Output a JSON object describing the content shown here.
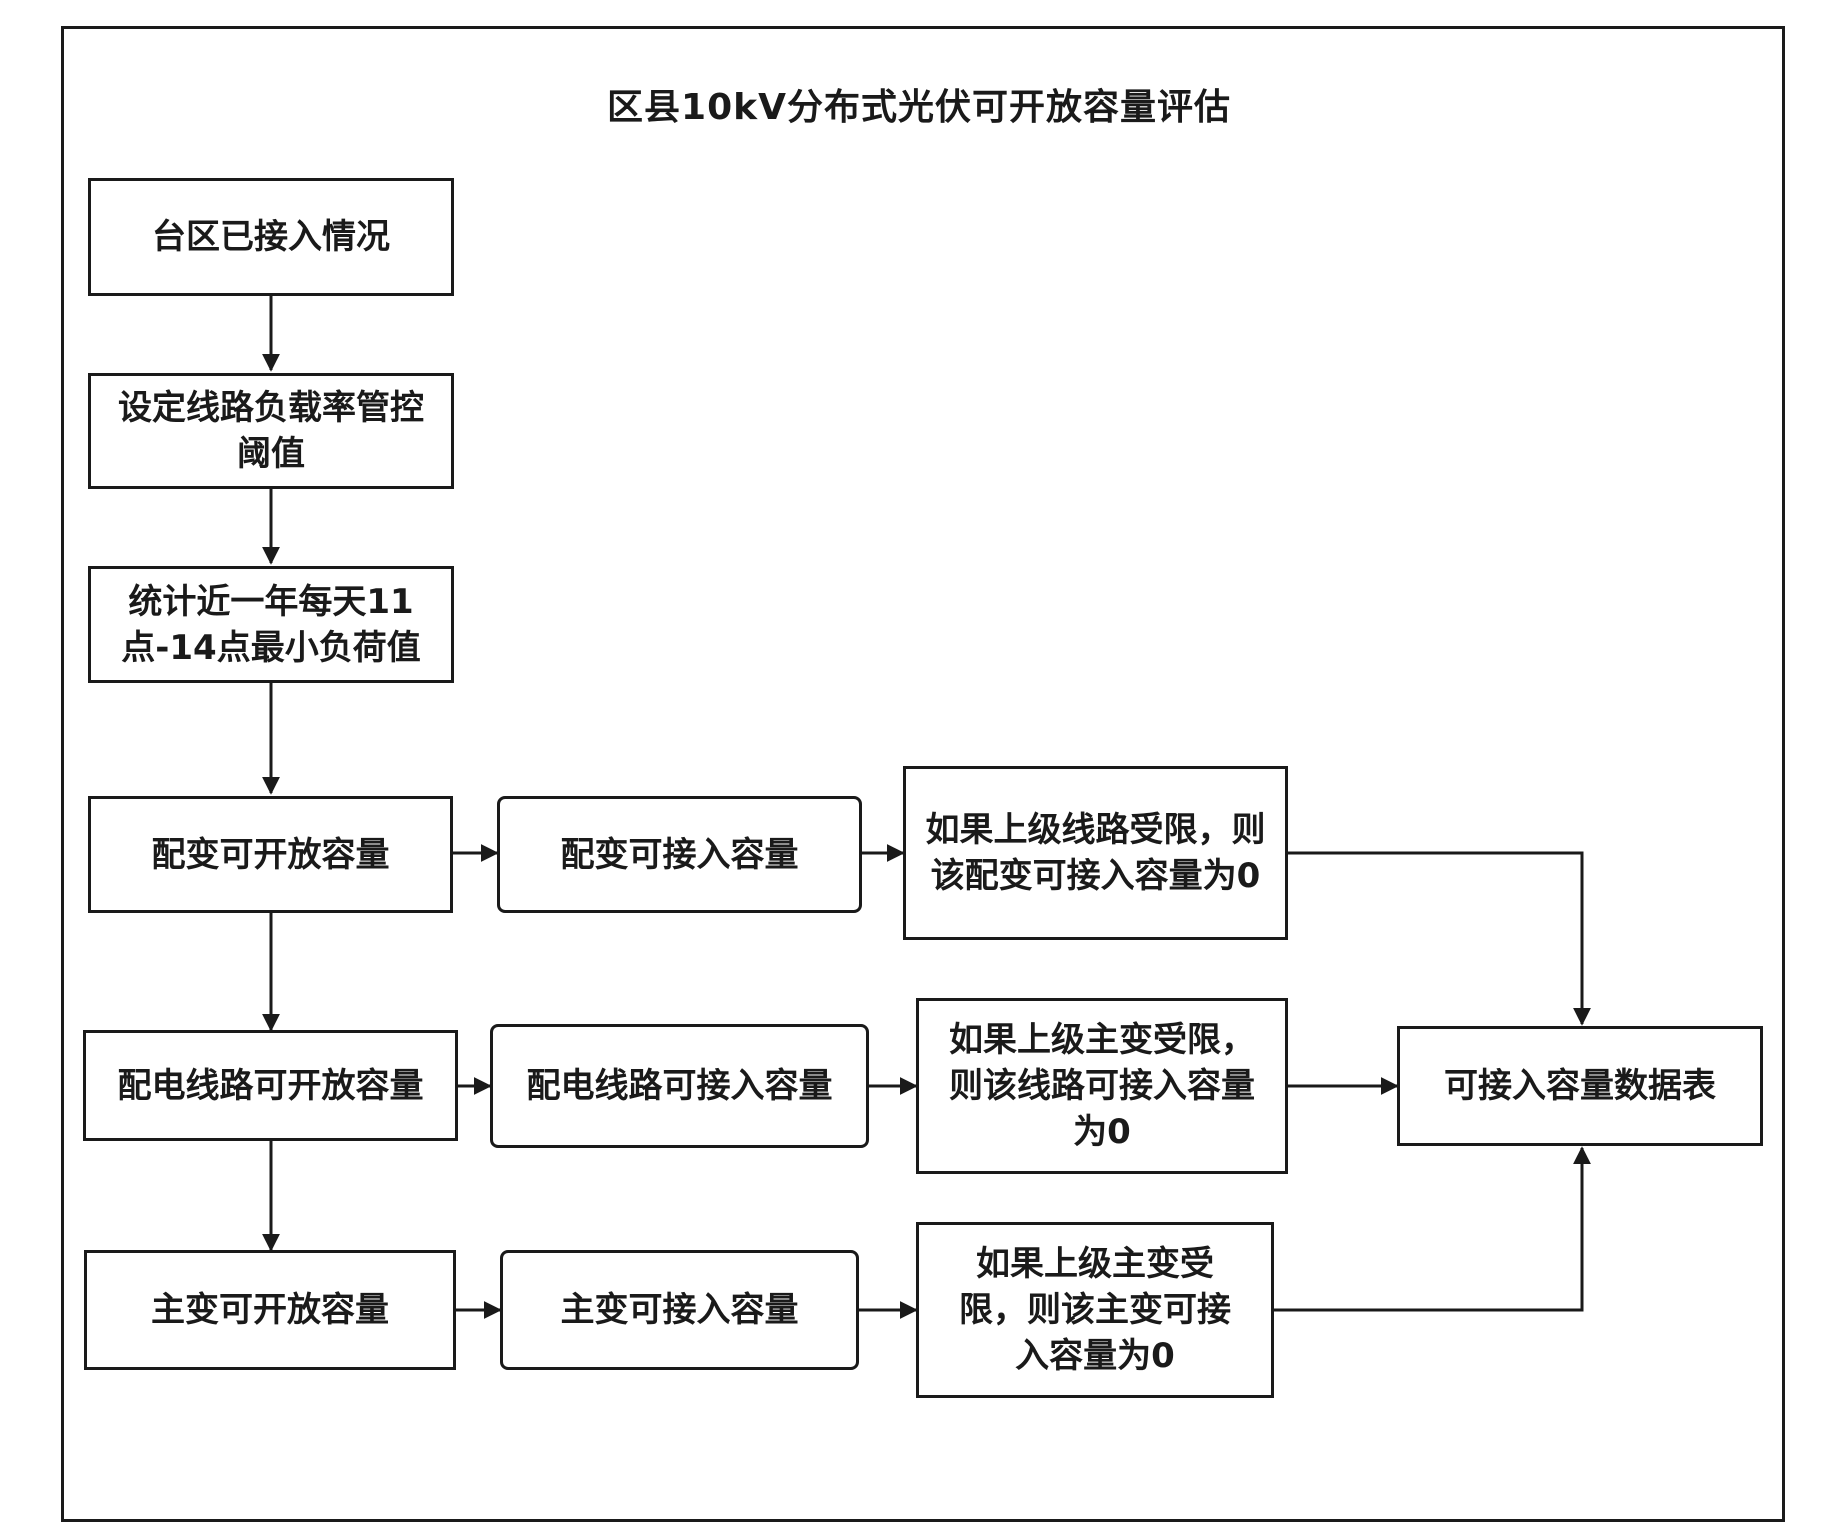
{
  "title": "区县10kV分布式光伏可开放容量评估",
  "nodes": {
    "n1": "台区已接入情况",
    "n2": "设定线路负载率管控阈值",
    "n3": "统计近一年每天11点-14点最小负荷值",
    "r1a": "配变可开放容量",
    "r1b": "配变可接入容量",
    "r1c": "如果上级线路受限，则该配变可接入容量为0",
    "r2a": "配电线路可开放容量",
    "r2b": "配电线路可接入容量",
    "r2c": "如果上级主变受限，则该线路可接入容量为0",
    "r3a": "主变可开放容量",
    "r3b": "主变可接入容量",
    "r3c": "如果上级主变受限，则该主变可接入容量为0",
    "out": "可接入容量数据表"
  },
  "colors": {
    "line": "#1a1a1a",
    "background": "#ffffff"
  }
}
